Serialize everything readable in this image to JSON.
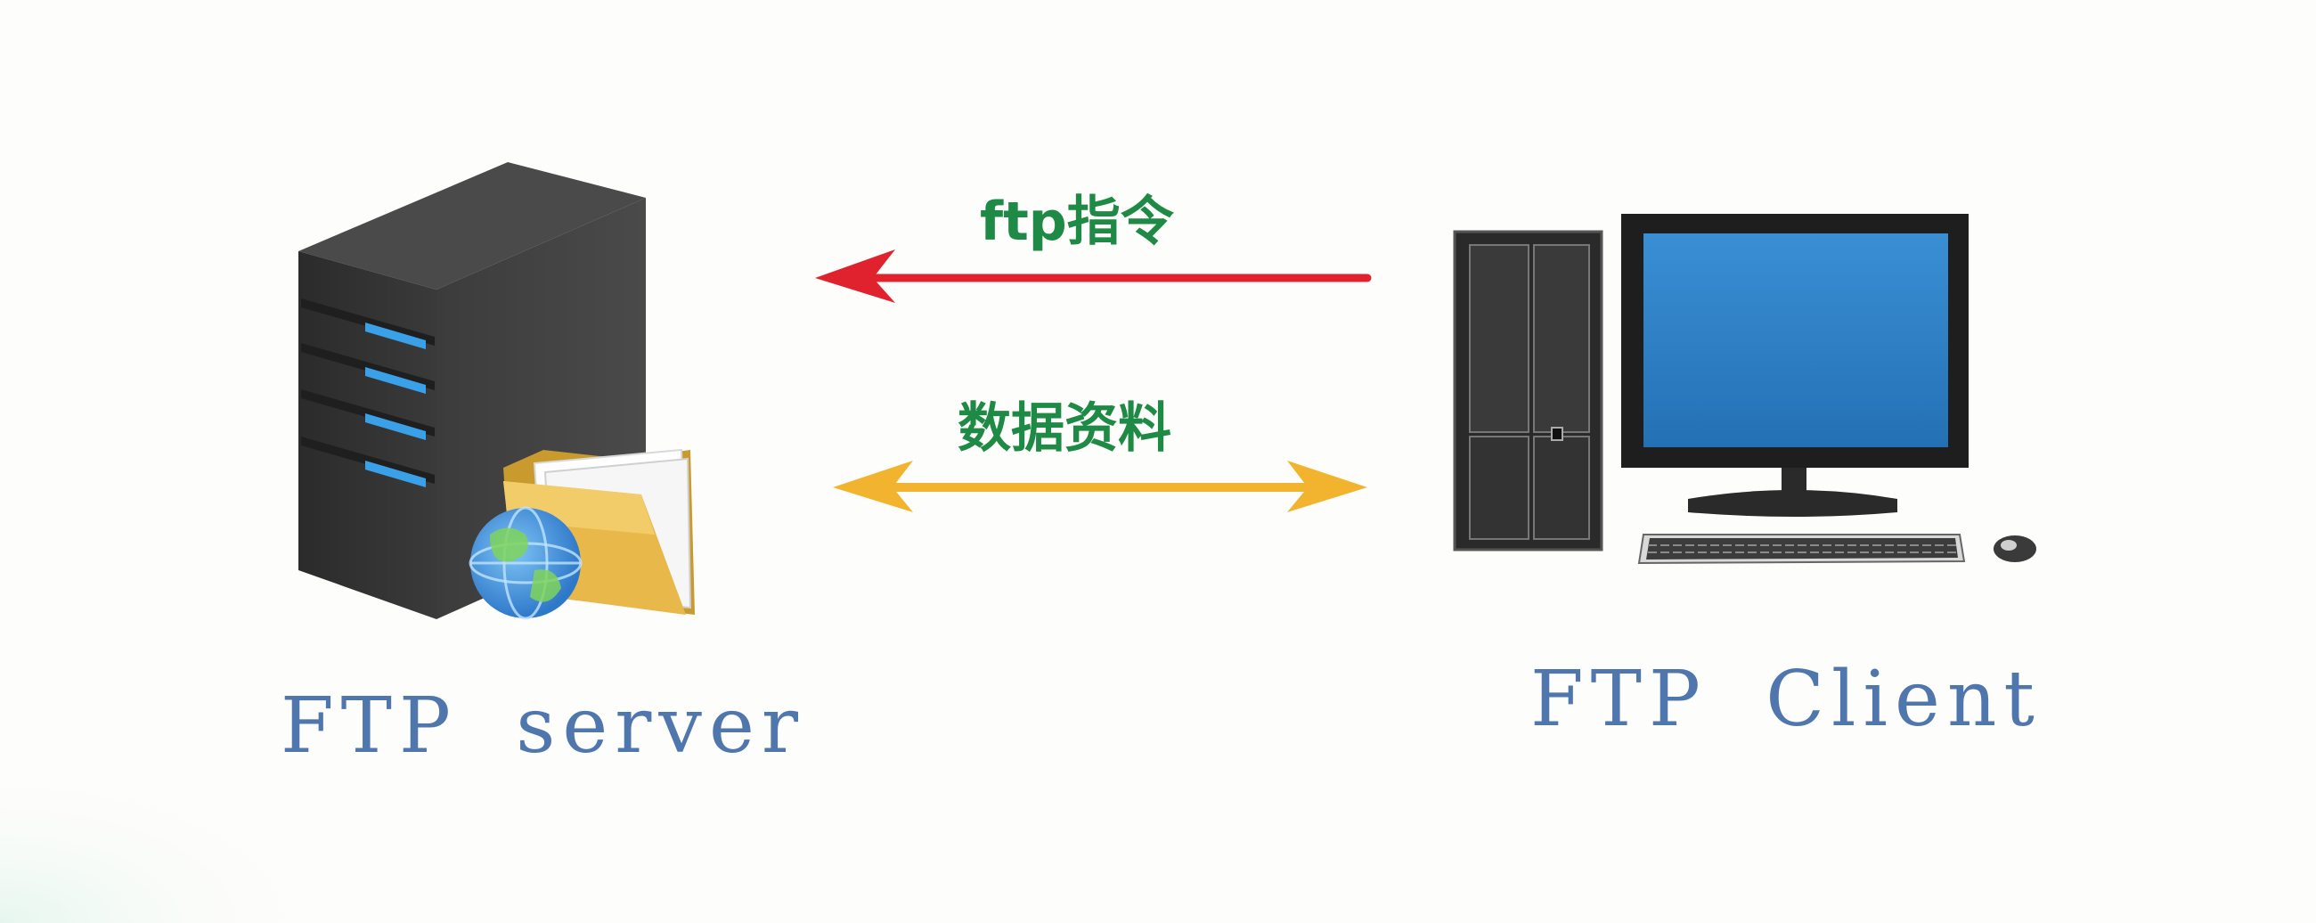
{
  "nodes": {
    "server": {
      "label": "FTP server",
      "icon": "server-tower-icon"
    },
    "client": {
      "label": "FTP Client",
      "icon": "desktop-computer-icon"
    }
  },
  "edges": {
    "command": {
      "label": "ftp指令",
      "from": "client",
      "to": "server",
      "color": "#e0222e"
    },
    "data": {
      "label": "数据资料",
      "from": "client",
      "to": "server",
      "bidirectional": true,
      "color": "#f2b42e"
    }
  },
  "colors": {
    "label_blue": "#4f77ad",
    "edge_label_green": "#1f8a45",
    "monitor_screen": "#2f7fc5",
    "server_led": "#3aa0e8",
    "folder": "#e9b84a"
  }
}
